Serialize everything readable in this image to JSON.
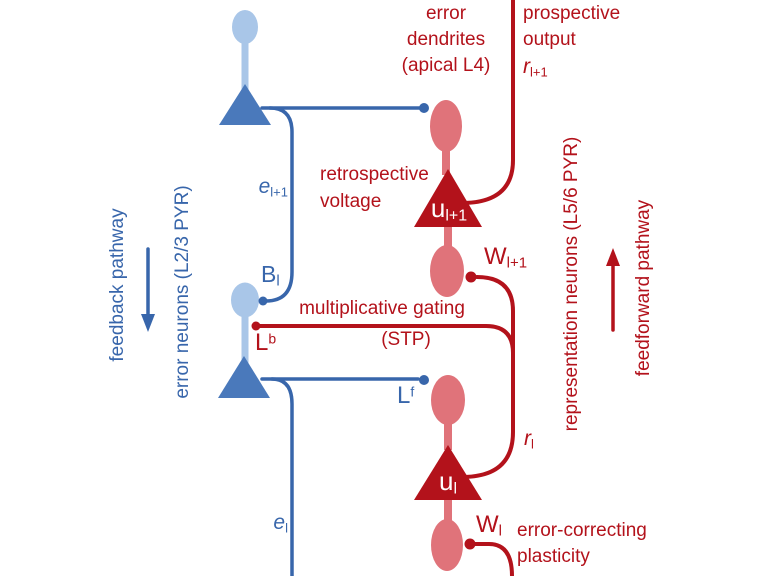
{
  "colors": {
    "blue_line": "#3866ab",
    "blue_soma": "#4a79bb",
    "blue_light": "#a9c6e8",
    "red": "#b3121b",
    "red_light": "#e0737a",
    "background": "#ffffff"
  },
  "pathways": {
    "feedback": "feedback pathway",
    "feedforward": "feedforward pathway"
  },
  "populations": {
    "error_neurons": "error neurons (L2/3 PYR)",
    "representation_neurons": "representation neurons (L5/6 PYR)"
  },
  "annotations": {
    "error_dendrites": "error\ndendrites\n(apical L4)",
    "prospective_output": "prospective\noutput",
    "retrospective_voltage": "retrospective\nvoltage",
    "multiplicative_gating": "multiplicative gating",
    "stp": "(STP)",
    "error_correcting_plasticity": "error-correcting\nplasticity"
  },
  "variables": {
    "r_lp1": {
      "base": "r",
      "sub": "l+1"
    },
    "e_lp1": {
      "base": "e",
      "sub": "l+1"
    },
    "B_l": {
      "base": "B",
      "sub": "l"
    },
    "L_b": {
      "base": "L",
      "sup": "b"
    },
    "L_f": {
      "base": "L",
      "sup": "f"
    },
    "u_lp1": {
      "base": "u",
      "sub": "l+1"
    },
    "W_lp1": {
      "base": "W",
      "sub": "l+1"
    },
    "r_l": {
      "base": "r",
      "sub": "l"
    },
    "u_l": {
      "base": "u",
      "sub": "l"
    },
    "W_l": {
      "base": "W",
      "sub": "l"
    },
    "e_l": {
      "base": "e",
      "sub": "l"
    }
  }
}
